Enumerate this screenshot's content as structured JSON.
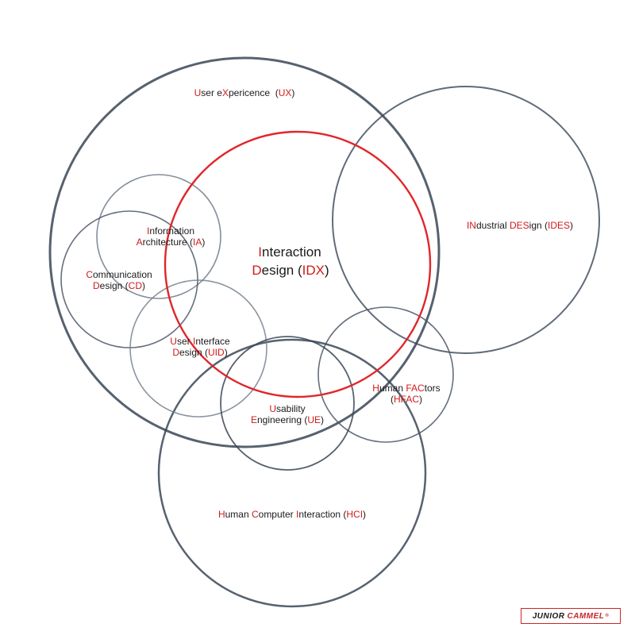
{
  "diagram": {
    "circles": [
      {
        "id": "ux",
        "name": "User eXpericence (UX)"
      },
      {
        "id": "ides",
        "name": "INdustrial DESign (IDES)"
      },
      {
        "id": "idx",
        "name": "Interaction Design (IDX)"
      },
      {
        "id": "ia",
        "name": "Information Architecture (IA)"
      },
      {
        "id": "cd",
        "name": "Communication Design (CD)"
      },
      {
        "id": "uid",
        "name": "User Interface Design (UID)"
      },
      {
        "id": "hfac",
        "name": "Human FACtors (HFAC)"
      },
      {
        "id": "ue",
        "name": "Usability Engineering (UE)"
      },
      {
        "id": "hci",
        "name": "Human Computer Interaction (HCI)"
      }
    ],
    "colors": {
      "circle": "#3a4656",
      "highlight": "#e0262b",
      "accent_text": "#d11a1a",
      "text": "#1a1a1a"
    }
  },
  "labels": {
    "ux": {
      "l1": [
        [
          "U",
          "r"
        ],
        [
          "ser e",
          ""
        ],
        [
          "X",
          "r"
        ],
        [
          "pericence  (",
          ""
        ],
        [
          "UX",
          "r"
        ],
        [
          ")",
          ""
        ]
      ]
    },
    "ides": {
      "l1": [
        [
          "IN",
          "r"
        ],
        [
          "dustrial ",
          ""
        ],
        [
          "DES",
          "r"
        ],
        [
          "ign (",
          ""
        ],
        [
          "IDES",
          "r"
        ],
        [
          ")",
          ""
        ]
      ]
    },
    "idx": {
      "l1": [
        [
          "I",
          "r"
        ],
        [
          "nteraction",
          ""
        ]
      ],
      "l2": [
        [
          "D",
          "r"
        ],
        [
          "esign (",
          ""
        ],
        [
          "IDX",
          "r"
        ],
        [
          ")",
          ""
        ]
      ]
    },
    "ia": {
      "l1": [
        [
          "I",
          "r"
        ],
        [
          "nformation",
          ""
        ]
      ],
      "l2": [
        [
          "A",
          "r"
        ],
        [
          "rchitecture (",
          ""
        ],
        [
          "IA",
          "r"
        ],
        [
          ")",
          ""
        ]
      ]
    },
    "cd": {
      "l1": [
        [
          "C",
          "r"
        ],
        [
          "ommunication",
          ""
        ]
      ],
      "l2": [
        [
          "D",
          "r"
        ],
        [
          "esign (",
          ""
        ],
        [
          "CD",
          "r"
        ],
        [
          ")",
          ""
        ]
      ]
    },
    "uid": {
      "l1": [
        [
          "U",
          "r"
        ],
        [
          "ser ",
          ""
        ],
        [
          "I",
          "r"
        ],
        [
          "nterface",
          ""
        ]
      ],
      "l2": [
        [
          "D",
          "r"
        ],
        [
          "esign (",
          ""
        ],
        [
          "UID",
          "r"
        ],
        [
          ")",
          ""
        ]
      ]
    },
    "hfac": {
      "l1": [
        [
          "H",
          "r"
        ],
        [
          "uman ",
          ""
        ],
        [
          "FAC",
          "r"
        ],
        [
          "tors",
          ""
        ]
      ],
      "l2": [
        [
          "(",
          ""
        ],
        [
          "HFAC",
          "r"
        ],
        [
          ")",
          ""
        ]
      ]
    },
    "ue": {
      "l1": [
        [
          "U",
          "r"
        ],
        [
          "sability",
          ""
        ]
      ],
      "l2": [
        [
          "E",
          "r"
        ],
        [
          "ngineering (",
          ""
        ],
        [
          "UE",
          "r"
        ],
        [
          ")",
          ""
        ]
      ]
    },
    "hci": {
      "l1": [
        [
          "H",
          "r"
        ],
        [
          "uman ",
          ""
        ],
        [
          "C",
          "r"
        ],
        [
          "omputer ",
          ""
        ],
        [
          "I",
          "r"
        ],
        [
          "nteraction (",
          ""
        ],
        [
          "HCI",
          "r"
        ],
        [
          ")",
          ""
        ]
      ]
    }
  },
  "logo": {
    "part1": "JUNIOR",
    "part2": "CAMMEL",
    "mark": "®"
  }
}
